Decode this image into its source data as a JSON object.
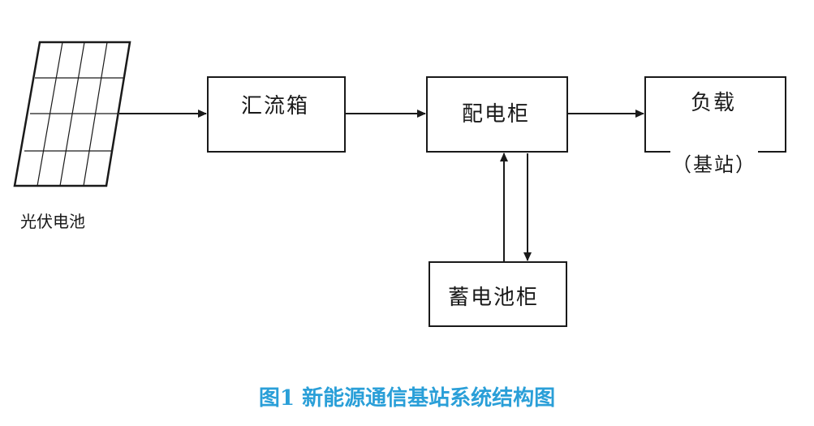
{
  "nodes": {
    "solar": {
      "label": "光伏电池"
    },
    "combiner": {
      "label": "汇流箱"
    },
    "distribution": {
      "label": "配电柜"
    },
    "load": {
      "label": "负载",
      "sublabel": "（基站）"
    },
    "battery": {
      "label": "蓄电池柜"
    }
  },
  "caption": "图1 新能源通信基站系统结构图",
  "colors": {
    "line": "#1a1a1a",
    "caption": "#2a9fd8"
  }
}
